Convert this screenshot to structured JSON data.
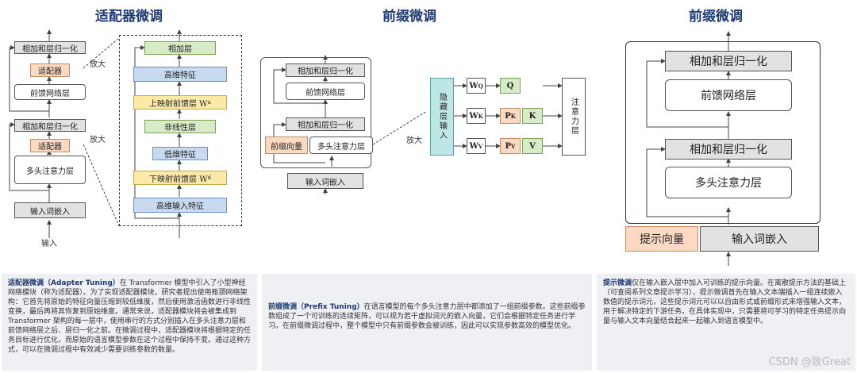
{
  "panel1": {
    "title": "适配器微调",
    "left": {
      "add_norm_top": "相加和层归一化",
      "adapter_top": "适配器",
      "ffn": "前馈网络层",
      "add_norm_mid": "相加和层归一化",
      "adapter_mid": "适配器",
      "mha": "多头注意力层",
      "embed": "输入词嵌入",
      "input": "输入",
      "zoom_top": "放大",
      "zoom_mid": "放大"
    },
    "right": {
      "add": "相加层",
      "high": "高维特征",
      "up": "上映射前馈层 W",
      "up_sup": "u",
      "nonlin": "非线性层",
      "low": "低维特征",
      "down": "下映射前馈层 W",
      "down_sup": "d",
      "high_in": "高维输入特征"
    }
  },
  "panel2": {
    "title": "前缀微调",
    "add_norm_top": "相加和层归一化",
    "ffn": "前馈网络层",
    "add_norm_mid": "相加和层归一化",
    "prefix": "前缀向量",
    "mha": "多头注意力层",
    "embed": "输入词嵌入",
    "zoom": "放大",
    "hidden": "隐藏层输入",
    "wq": "W",
    "wq_sup": "Q",
    "wk": "W",
    "wk_sup": "K",
    "wv": "W",
    "wv_sup": "V",
    "q": "Q",
    "pk": "P",
    "pk_sup": "K",
    "k": "K",
    "pv": "P",
    "pv_sup": "V",
    "v": "V",
    "attn": "注意力层"
  },
  "panel3": {
    "title": "前缀微调",
    "add_norm_top": "相加和层归一化",
    "ffn": "前馈网络层",
    "add_norm_mid": "相加和层归一化",
    "mha": "多头注意力层",
    "prompt": "提示向量",
    "embed": "输入词嵌入"
  },
  "descriptions": {
    "d1_head": "适配器微调（Adapter Tuning）",
    "d1_body": "在 Transformer 模型中引入了小型神经网络模块（称为适配器）。为了实现适配器模块，研究者提出使用瓶颈网络架构：它首先将原始的特征向量压缩到较低维度，然后使用激活函数进行非线性变换，最后再将其恢复到原始维度。通常来说，适配器模块将会被集成到Transformer 架构的每一层中，使用串行的方式分别插入在多头注意力层和前馈网络层之后、层归一化之前。在微调过程中，适配器模块将根据特定的任务目标进行优化，而原始的语言模型参数在这个过程中保持不变。通过这种方式，可以在微调过程中有效减少需要训练参数的数量。",
    "d2_head": "前缀微调（Prefix Tuning）",
    "d2_body": "在语言模型的每个多头注意力层中都添加了一组前缀参数。这些前缀参数组成了一个可训练的连续矩阵，可以视为若干虚拟词元的嵌入向量，它们会根据特定任务进行学习。在前缀微调过程中，整个模型中只有前缀参数会被训练，因此可以实现参数高效的模型优化。",
    "d3_head": "提示微调",
    "d3_body": "仅在输入嵌入层中加入可训练的提示向量。在离散提示方法的基础上（可查阅系列文章提示学习），提示微调首先在输入文本端插入一组连续嵌入数值的提示词元，这些提示词元可以以自由形式或前缀形式来增强输入文本，用于解决特定的下游任务。在具体实现中，只需要将可学习的特定任务提示向量与输入文本向量结合起来一起输入到语言模型中。"
  },
  "watermark": "CSDN @致Great"
}
